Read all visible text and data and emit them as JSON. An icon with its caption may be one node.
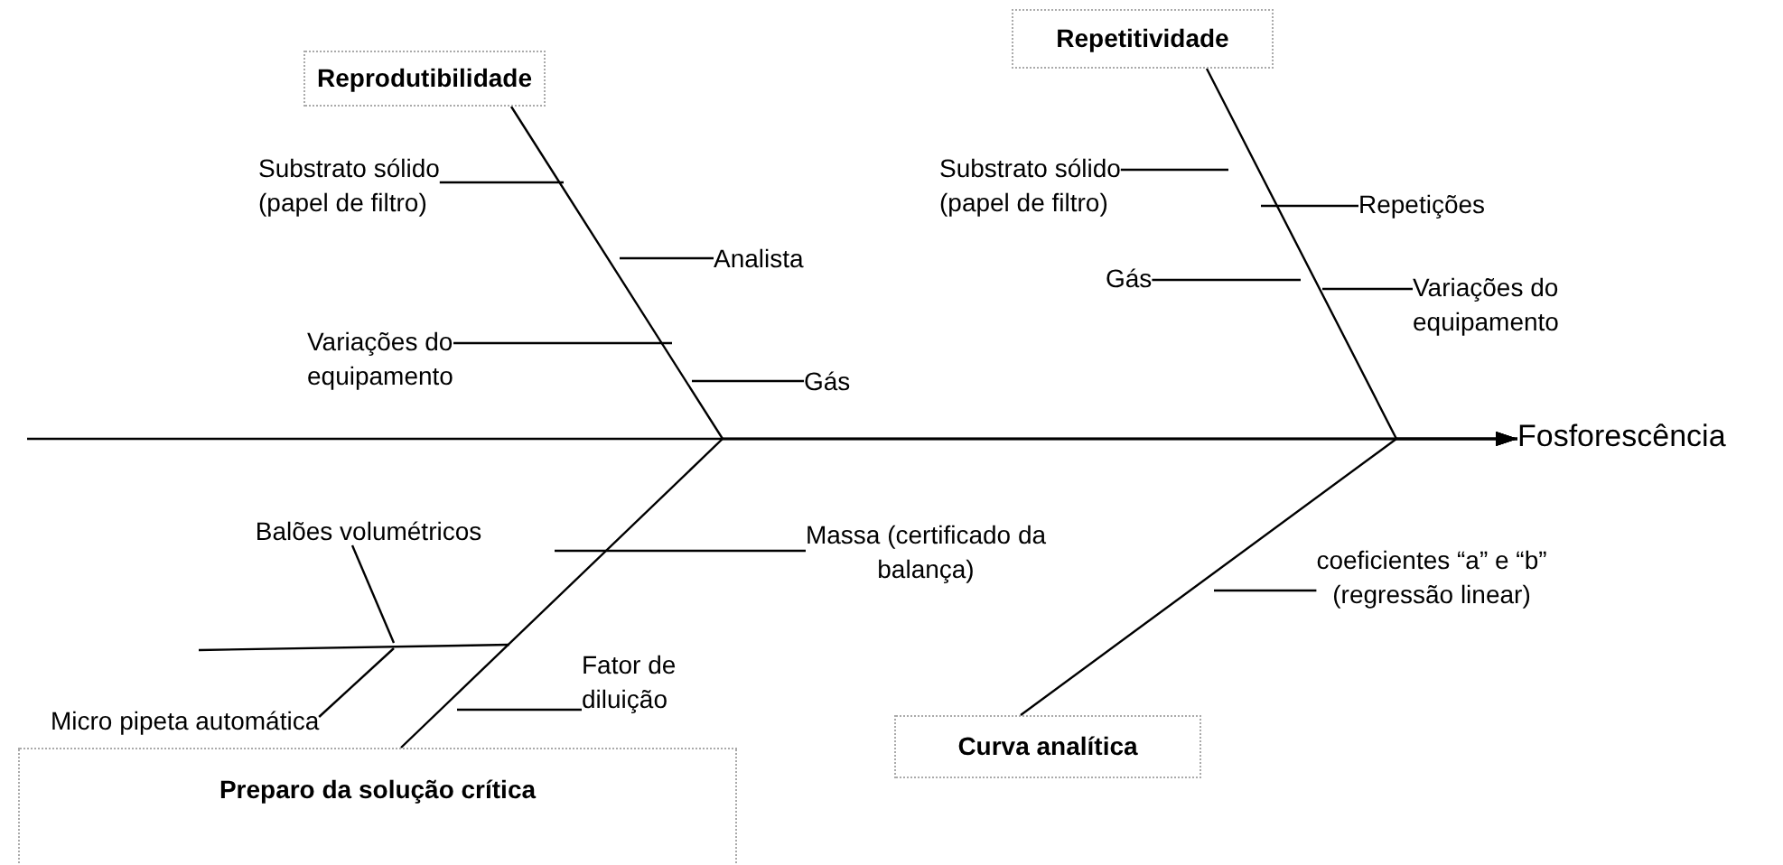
{
  "diagram": {
    "nodes": [
      {
        "text": [
          "Reprodutibilidade"
        ]
      },
      {
        "text": [
          "Repetitividade"
        ]
      },
      {
        "text": [
          "Preparo da solução crítica"
        ]
      },
      {
        "text": [
          "Curva analítica"
        ]
      },
      {
        "text": [
          "Fosforescência"
        ]
      },
      {
        "text": [
          "Substrato sólido (papel de filtro)"
        ]
      },
      {
        "text": [
          "Analista"
        ]
      },
      {
        "text": [
          "Variações do equipamento"
        ]
      },
      {
        "text": [
          "Gás"
        ]
      },
      {
        "text": [
          "Substrato sólido (papel de filtro)"
        ]
      },
      {
        "text": [
          "Repetições"
        ]
      },
      {
        "text": [
          "Gás"
        ]
      },
      {
        "text": [
          "Variações do equipamento"
        ]
      },
      {
        "text": [
          "Balões volumétricos"
        ]
      },
      {
        "text": [
          "Micro pipeta automática"
        ]
      },
      {
        "text": [
          "Massa (certificado da balança)"
        ]
      },
      {
        "text": [
          "Fator de diluição"
        ]
      },
      {
        "text": [
          "coeficientes “a” e “b” (regressão linear)"
        ]
      }
    ],
    "edges": [
      {
        "from": null,
        "to": 4,
        "arrow": "to"
      },
      {
        "from": 0,
        "to": 4,
        "arrow": "to"
      },
      {
        "from": 1,
        "to": 4,
        "arrow": "to"
      },
      {
        "from": 2,
        "to": 4,
        "arrow": "to"
      },
      {
        "from": 3,
        "to": 4,
        "arrow": "to"
      },
      {
        "from": 5,
        "to": null,
        "arrow": "none"
      },
      {
        "from": 6,
        "to": null,
        "arrow": "none"
      },
      {
        "from": 7,
        "to": null,
        "arrow": "none"
      },
      {
        "from": 8,
        "to": null,
        "arrow": "none"
      },
      {
        "from": 9,
        "to": null,
        "arrow": "none"
      },
      {
        "from": 10,
        "to": null,
        "arrow": "none"
      },
      {
        "from": 11,
        "to": null,
        "arrow": "none"
      },
      {
        "from": 12,
        "to": null,
        "arrow": "none"
      },
      {
        "from": 13,
        "to": null,
        "arrow": "none"
      },
      {
        "from": 14,
        "to": null,
        "arrow": "none"
      },
      {
        "from": 15,
        "to": null,
        "arrow": "none"
      },
      {
        "from": 16,
        "to": null,
        "arrow": "none"
      },
      {
        "from": 17,
        "to": null,
        "arrow": "none"
      }
    ]
  }
}
